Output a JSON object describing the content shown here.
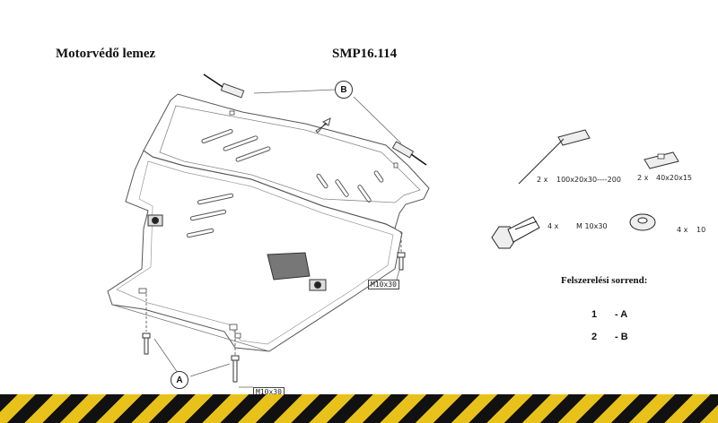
{
  "header": {
    "product_name": "Motorvédő lemez",
    "part_number": "SMP16.114"
  },
  "callouts": {
    "a": "A",
    "b": "B"
  },
  "diagram_labels": {
    "bolt_left": "M10x30",
    "bolt_right": "M10x30"
  },
  "parts": [
    {
      "qty": "2 x",
      "spec": "100x20x30----200"
    },
    {
      "qty": "2 x",
      "spec": "40x20x15"
    },
    {
      "qty": "4 x",
      "spec": "M 10x30"
    },
    {
      "qty": "4 x",
      "spec": "10"
    }
  ],
  "assembly": {
    "heading": "Felszerelési sorrend:",
    "steps": [
      {
        "num": "1",
        "code": "- A"
      },
      {
        "num": "2",
        "code": "- B"
      }
    ]
  },
  "colors": {
    "hazard_black": "#111111",
    "hazard_yellow": "#e8c21a",
    "line": "#555555"
  }
}
